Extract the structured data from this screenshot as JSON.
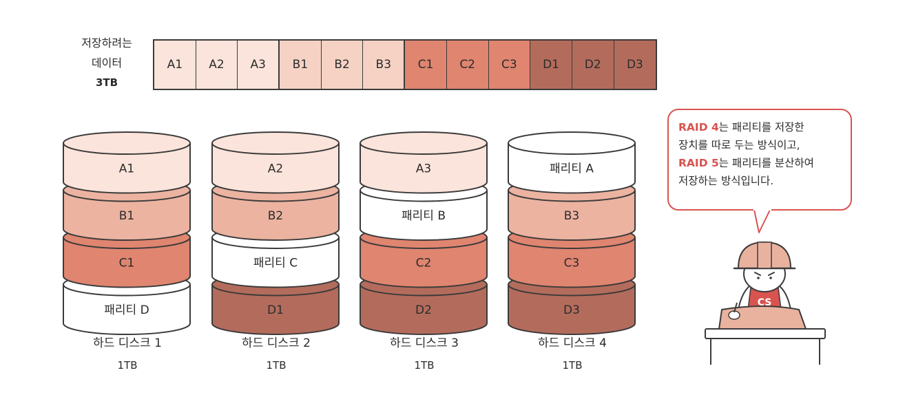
{
  "data_label": {
    "line1": "저장하려는",
    "line2": "데이터",
    "size": "3TB"
  },
  "blocks": [
    {
      "label": "A1",
      "color": "#fbe4db"
    },
    {
      "label": "A2",
      "color": "#fbe4db"
    },
    {
      "label": "A3",
      "color": "#fbe4db"
    },
    {
      "label": "B1",
      "color": "#f5d2c4"
    },
    {
      "label": "B2",
      "color": "#f5d2c4"
    },
    {
      "label": "B3",
      "color": "#f5d2c4"
    },
    {
      "label": "C1",
      "color": "#df8570"
    },
    {
      "label": "C2",
      "color": "#df8570"
    },
    {
      "label": "C3",
      "color": "#df8570"
    },
    {
      "label": "D1",
      "color": "#b36c5c"
    },
    {
      "label": "D2",
      "color": "#b36c5c"
    },
    {
      "label": "D3",
      "color": "#b36c5c"
    }
  ],
  "disks": [
    {
      "name": "하드 디스크 1",
      "size": "1TB",
      "layers": [
        {
          "label": "A1",
          "color": "#fbe4db"
        },
        {
          "label": "B1",
          "color": "#ecb3a1"
        },
        {
          "label": "C1",
          "color": "#df8570"
        },
        {
          "label": "패리티 D",
          "color": "#ffffff"
        }
      ]
    },
    {
      "name": "하드 디스크 2",
      "size": "1TB",
      "layers": [
        {
          "label": "A2",
          "color": "#fbe4db"
        },
        {
          "label": "B2",
          "color": "#ecb3a1"
        },
        {
          "label": "패리티 C",
          "color": "#ffffff"
        },
        {
          "label": "D1",
          "color": "#b36c5c"
        }
      ]
    },
    {
      "name": "하드 디스크 3",
      "size": "1TB",
      "layers": [
        {
          "label": "A3",
          "color": "#fbe4db"
        },
        {
          "label": "패리티 B",
          "color": "#ffffff"
        },
        {
          "label": "C2",
          "color": "#df8570"
        },
        {
          "label": "D2",
          "color": "#b36c5c"
        }
      ]
    },
    {
      "name": "하드 디스크 4",
      "size": "1TB",
      "layers": [
        {
          "label": "패리티 A",
          "color": "#ffffff"
        },
        {
          "label": "B3",
          "color": "#ecb3a1"
        },
        {
          "label": "C3",
          "color": "#df8570"
        },
        {
          "label": "D3",
          "color": "#b36c5c"
        }
      ]
    }
  ],
  "bubble": {
    "raid4": "RAID 4",
    "raid4_text_1": "는 패리티를 저장한",
    "raid4_text_2": "장치를 따로 두는 방식이고,",
    "raid5": "RAID 5",
    "raid5_text_1": "는 패리티를 분산하여",
    "raid5_text_2": "저장하는 방식입니다."
  },
  "mascot": {
    "badge": "CS"
  },
  "colors": {
    "accent": "#d9534f",
    "outline": "#3a3a3a"
  }
}
